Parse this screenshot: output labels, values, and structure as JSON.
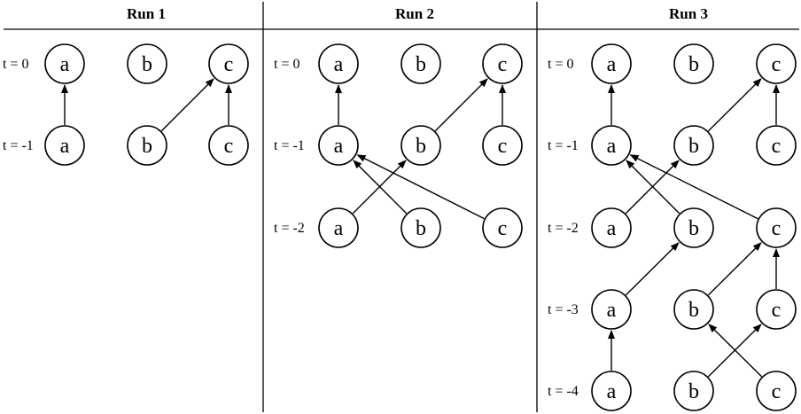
{
  "runs": [
    {
      "title": "Run 1",
      "times": [
        "t = 0",
        "t = -1"
      ],
      "nodes": [
        "a",
        "b",
        "c"
      ],
      "edges": [
        {
          "from": [
            "a",
            "t = -1"
          ],
          "to": [
            "a",
            "t = 0"
          ]
        },
        {
          "from": [
            "b",
            "t = -1"
          ],
          "to": [
            "c",
            "t = 0"
          ]
        },
        {
          "from": [
            "c",
            "t = -1"
          ],
          "to": [
            "c",
            "t = 0"
          ]
        }
      ]
    },
    {
      "title": "Run 2",
      "times": [
        "t = 0",
        "t = -1",
        "t = -2"
      ],
      "nodes": [
        "a",
        "b",
        "c"
      ],
      "edges": [
        {
          "from": [
            "a",
            "t = -1"
          ],
          "to": [
            "a",
            "t = 0"
          ]
        },
        {
          "from": [
            "b",
            "t = -1"
          ],
          "to": [
            "c",
            "t = 0"
          ]
        },
        {
          "from": [
            "c",
            "t = -1"
          ],
          "to": [
            "c",
            "t = 0"
          ]
        },
        {
          "from": [
            "a",
            "t = -2"
          ],
          "to": [
            "b",
            "t = -1"
          ]
        },
        {
          "from": [
            "b",
            "t = -2"
          ],
          "to": [
            "a",
            "t = -1"
          ]
        },
        {
          "from": [
            "c",
            "t = -2"
          ],
          "to": [
            "a",
            "t = -1"
          ]
        }
      ]
    },
    {
      "title": "Run 3",
      "times": [
        "t = 0",
        "t = -1",
        "t = -2",
        "t = -3",
        "t = -4"
      ],
      "nodes": [
        "a",
        "b",
        "c"
      ],
      "edges": [
        {
          "from": [
            "a",
            "t = -1"
          ],
          "to": [
            "a",
            "t = 0"
          ]
        },
        {
          "from": [
            "b",
            "t = -1"
          ],
          "to": [
            "c",
            "t = 0"
          ]
        },
        {
          "from": [
            "c",
            "t = -1"
          ],
          "to": [
            "c",
            "t = 0"
          ]
        },
        {
          "from": [
            "a",
            "t = -2"
          ],
          "to": [
            "b",
            "t = -1"
          ]
        },
        {
          "from": [
            "b",
            "t = -2"
          ],
          "to": [
            "a",
            "t = -1"
          ]
        },
        {
          "from": [
            "c",
            "t = -2"
          ],
          "to": [
            "a",
            "t = -1"
          ]
        },
        {
          "from": [
            "a",
            "t = -3"
          ],
          "to": [
            "b",
            "t = -2"
          ]
        },
        {
          "from": [
            "b",
            "t = -3"
          ],
          "to": [
            "c",
            "t = -2"
          ]
        },
        {
          "from": [
            "c",
            "t = -3"
          ],
          "to": [
            "c",
            "t = -2"
          ]
        },
        {
          "from": [
            "a",
            "t = -4"
          ],
          "to": [
            "a",
            "t = -3"
          ]
        },
        {
          "from": [
            "b",
            "t = -4"
          ],
          "to": [
            "c",
            "t = -3"
          ]
        },
        {
          "from": [
            "c",
            "t = -4"
          ],
          "to": [
            "b",
            "t = -3"
          ]
        }
      ]
    }
  ]
}
